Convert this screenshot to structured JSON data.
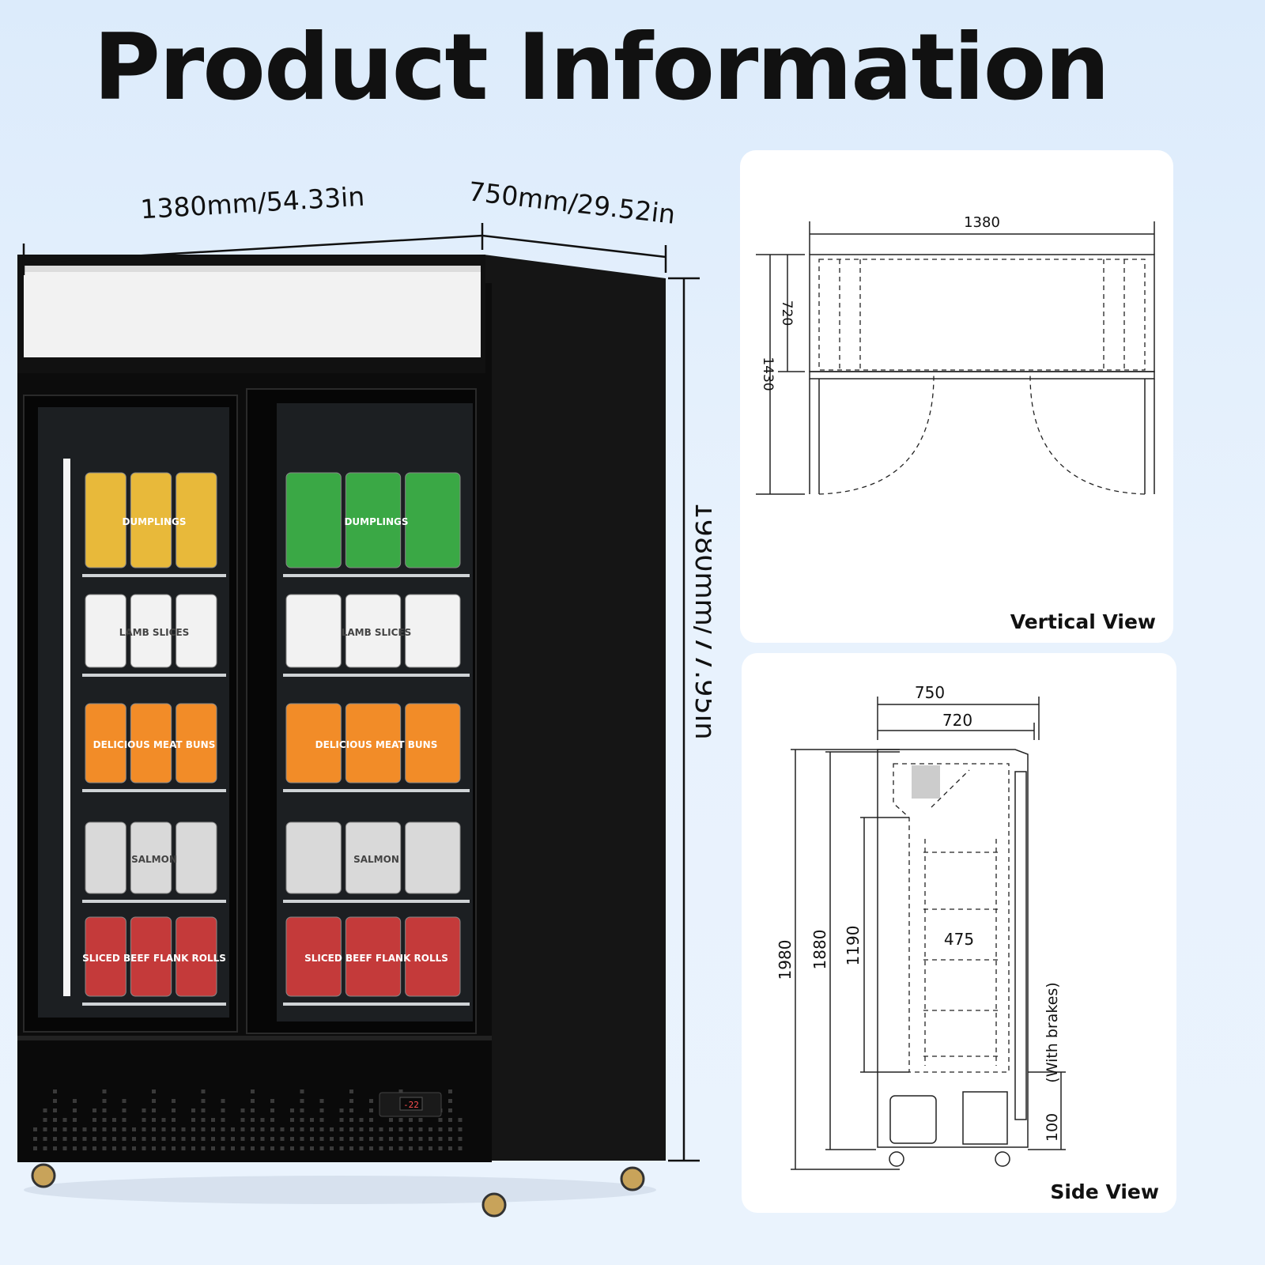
{
  "title": "Product Information",
  "fridge": {
    "width_label": "1380mm/54.33in",
    "depth_label": "750mm/29.52in",
    "height_label": "1980mm/77.95in",
    "display_temp": "-22",
    "left_door": {
      "shelves": [
        {
          "product": "DUMPLINGS",
          "color": "#e8b93a"
        },
        {
          "product": "LAMB SLICES",
          "color": "#f2f2f2"
        },
        {
          "product": "DELICIOUS MEAT BUNS",
          "color": "#f28c28"
        },
        {
          "product": "SALMON",
          "color": "#d9d9d9"
        },
        {
          "product": "SLICED BEEF FLANK ROLLS",
          "color": "#c43a3a"
        }
      ]
    },
    "right_door": {
      "shelves": [
        {
          "product": "DUMPLINGS",
          "color": "#3aa845"
        },
        {
          "product": "LAMB SLICES",
          "color": "#f2f2f2"
        },
        {
          "product": "DELICIOUS MEAT BUNS",
          "color": "#f28c28"
        },
        {
          "product": "SALMON",
          "color": "#d9d9d9"
        },
        {
          "product": "SLICED BEEF FLANK ROLLS",
          "color": "#c43a3a"
        }
      ]
    }
  },
  "vertical_view": {
    "label": "Vertical View",
    "width": "1380",
    "inner_depth": "720",
    "depth": "1430"
  },
  "side_view": {
    "label": "Side View",
    "depth": "750",
    "inner_depth": "720",
    "height": "1980",
    "body_height": "1880",
    "door_height": "1190",
    "shelf_depth": "475",
    "base_height": "100",
    "base_note": "(With brakes)"
  }
}
